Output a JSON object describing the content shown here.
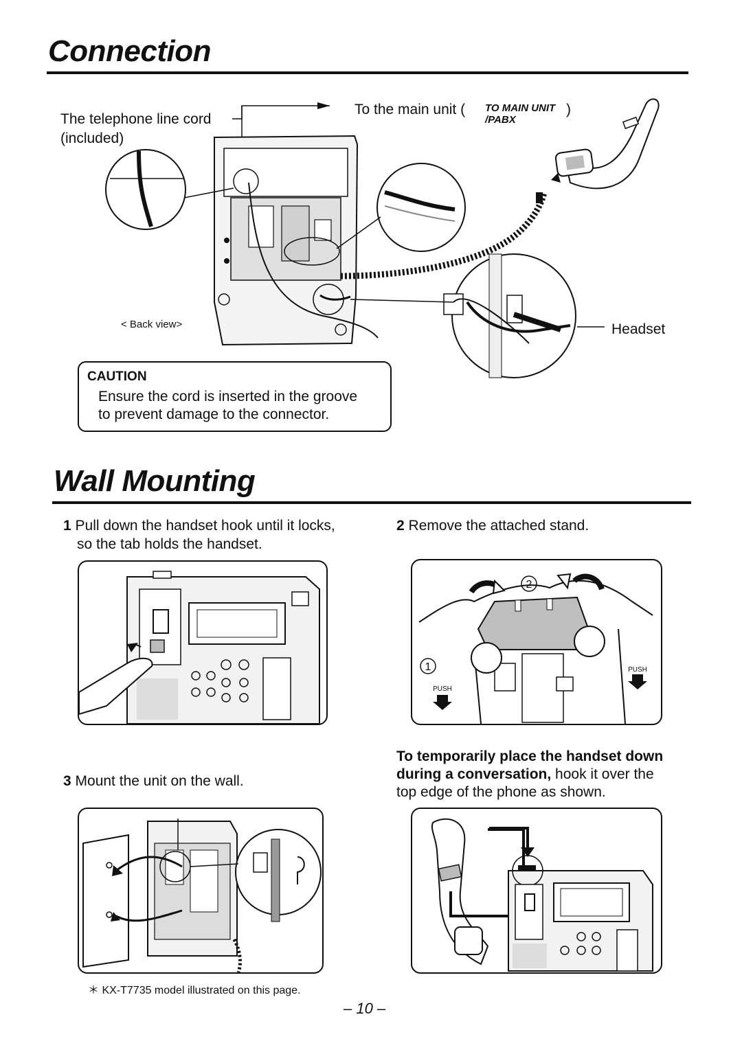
{
  "connection": {
    "title": "Connection",
    "line_cord_label": "The telephone line cord",
    "line_cord_sub": "(included)",
    "to_main_unit": "To the main unit (",
    "to_main_unit_close": ")",
    "jack_label_1": "TO MAIN UNIT",
    "jack_label_2": "/PABX",
    "back_view": "< Back view>",
    "headset": "Headset",
    "caution": {
      "heading": "CAUTION",
      "line1": "Ensure the cord is inserted in the groove",
      "line2": "to prevent damage to the connector."
    }
  },
  "wall_mounting": {
    "title": "Wall Mounting",
    "step1_num": "1",
    "step1_line1": "Pull down the handset hook until it locks,",
    "step1_line2": "so the tab holds the handset.",
    "step2_num": "2",
    "step2_text": "Remove the attached stand.",
    "step2_circle_1": "1",
    "step2_circle_2": "2",
    "push_label": "PUSH",
    "step3_num": "3",
    "step3_text": "Mount the unit on the wall.",
    "temp_bold_1": "To temporarily place the handset down",
    "temp_bold_2": "during a conversation,",
    "temp_rest_2": " hook it over the",
    "temp_line3": "top edge of the phone as shown."
  },
  "footnote": "＊ KX-T7735 model illustrated on this page.",
  "page_number": "– 10 –"
}
